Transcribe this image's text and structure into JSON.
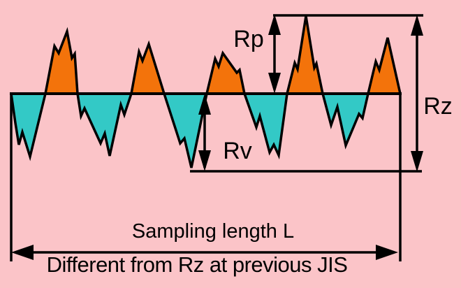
{
  "diagram": {
    "type": "surface-roughness-profile",
    "labels": {
      "rp": "Rp",
      "rv": "Rv",
      "rz": "Rz",
      "sampling_length": "Sampling length L",
      "caption": "Different from Rz at previous JIS"
    },
    "colors": {
      "background": "#FBC4C8",
      "peak_fill": "#F3730B",
      "valley_fill": "#33C9C6",
      "line": "#000000"
    }
  }
}
